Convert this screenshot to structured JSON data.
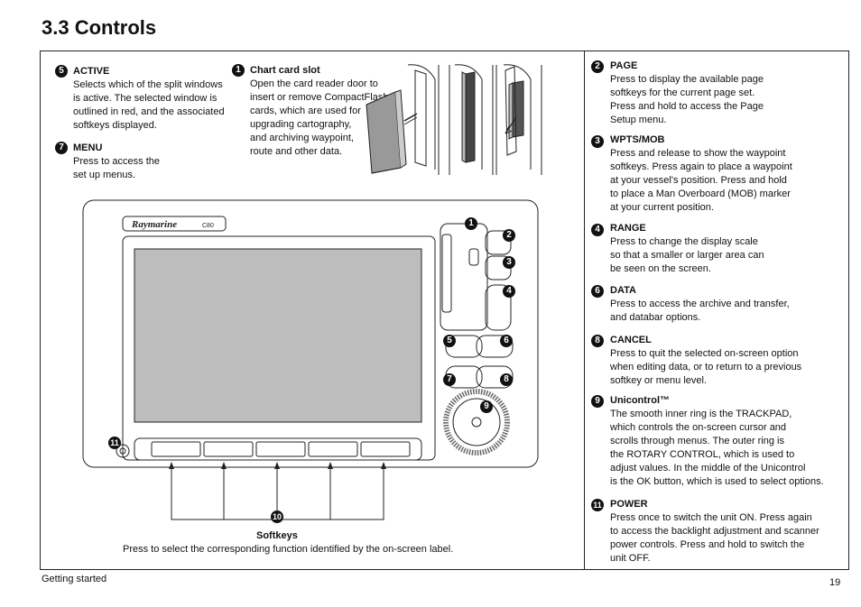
{
  "heading": "3.3 Controls",
  "items": {
    "active": {
      "num": "5",
      "title": "ACTIVE",
      "lines": [
        "Selects which of the split windows",
        "is active. The selected window is",
        "outlined in red, and the associated",
        "softkeys displayed."
      ]
    },
    "menu": {
      "num": "7",
      "title": "MENU",
      "lines": [
        "Press to access the",
        "set up menus."
      ]
    },
    "chart": {
      "num": "1",
      "title": "Chart card slot",
      "lines": [
        "Open the card reader door to",
        "insert or remove CompactFlash",
        "cards, which are used for",
        "upgrading cartography,",
        "and archiving waypoint,",
        "route and other data."
      ]
    },
    "page": {
      "num": "2",
      "title": "PAGE",
      "lines": [
        "Press to display the available page",
        "softkeys for the current page set.",
        "Press and hold to access the Page",
        "Setup menu."
      ]
    },
    "wpts": {
      "num": "3",
      "title": "WPTS/MOB",
      "lines": [
        "Press and release to show the waypoint",
        "softkeys. Press again to place a waypoint",
        "at your vessel's position. Press and hold",
        "to place a Man Overboard (MOB) marker",
        "at your current position."
      ]
    },
    "range": {
      "num": "4",
      "title": "RANGE",
      "lines": [
        "Press to change the display scale",
        "so that a smaller or larger area can",
        "be seen on the screen."
      ]
    },
    "data": {
      "num": "6",
      "title": "DATA",
      "lines": [
        "Press to access the archive and transfer,",
        "and databar options."
      ]
    },
    "cancel": {
      "num": "8",
      "title": "CANCEL",
      "lines": [
        "Press to quit the selected on-screen option",
        "when editing data, or to return to a previous",
        "softkey or menu level."
      ]
    },
    "unicontrol": {
      "num": "9",
      "title": "Unicontrol™",
      "lines": [
        "The smooth inner ring is the TRACKPAD,",
        "which controls the on-screen cursor and",
        "scrolls through menus. The outer ring is",
        "the ROTARY CONTROL, which is used to",
        "adjust values. In the middle of the Unicontrol",
        "is the OK button, which is used to select options."
      ]
    },
    "power": {
      "num": "11",
      "title": "POWER",
      "lines": [
        "Press once to switch the unit ON. Press again",
        "to access the backlight adjustment and scanner",
        "power controls. Press and hold to switch the",
        "unit OFF."
      ]
    }
  },
  "callouts": {
    "n1": "1",
    "n2": "2",
    "n3": "3",
    "n4": "4",
    "n5": "5",
    "n6": "6",
    "n7": "7",
    "n8": "8",
    "n9": "9",
    "n10": "10",
    "n11": "11"
  },
  "device": {
    "brand": "Raymarine",
    "model": "C80"
  },
  "softkeys": {
    "title": "Softkeys",
    "desc": "Press to select the corresponding function identified by the on-screen label."
  },
  "footer": {
    "left": "Getting started",
    "page": "19"
  }
}
